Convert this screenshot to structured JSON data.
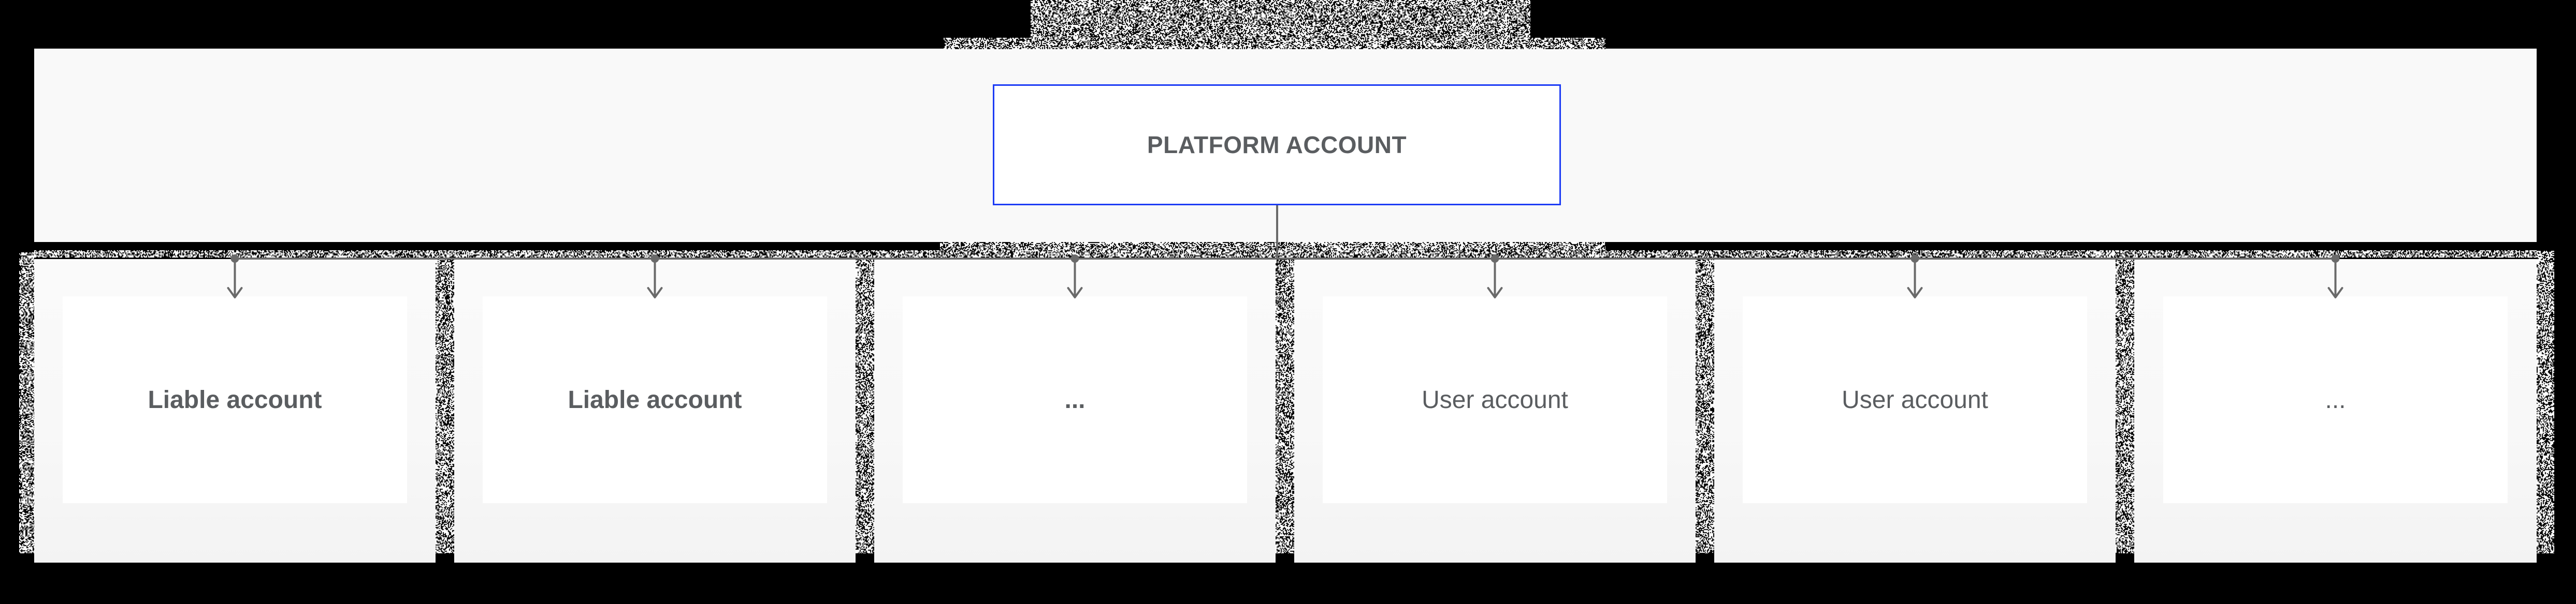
{
  "diagram": {
    "title": "PLATFORM ACCOUNT",
    "accounts": [
      {
        "label": "Liable account",
        "weight": "bold"
      },
      {
        "label": "Liable account",
        "weight": "bold"
      },
      {
        "label": "...",
        "weight": "bold"
      },
      {
        "label": "User account",
        "weight": "regular"
      },
      {
        "label": "User account",
        "weight": "regular"
      },
      {
        "label": "...",
        "weight": "regular"
      }
    ],
    "icons": {
      "junction": "dot-icon",
      "arrow": "down-arrow-icon"
    },
    "colors": {
      "root_border": "#1d3cf5",
      "connector": "#6a6a6a",
      "label_text": "#5a5d60",
      "section_bg": "#f9f9f9",
      "frame_bg": "#000000"
    }
  }
}
